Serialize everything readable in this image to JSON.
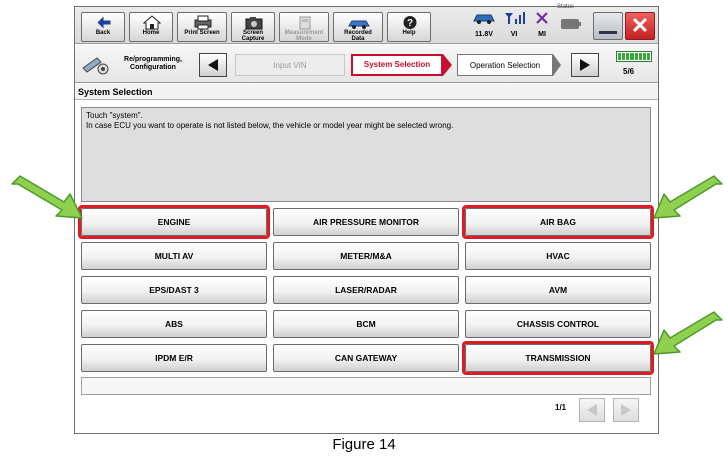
{
  "toolbar": {
    "back_label": "Back",
    "home_label": "Home",
    "print_label": "Print Screen",
    "capture_label": "Screen\nCapture",
    "measurement_label": "Measurement\nMode",
    "recorded_label": "Recorded\nData",
    "help_label": "Help",
    "status_caption": "Status",
    "voltage": "11.8V",
    "vi_label": "VI",
    "mi_label": "MI"
  },
  "nav": {
    "reprog_label": "Re/programming,\nConfiguration",
    "steps": [
      "Input VIN",
      "System Selection",
      "Operation Selection"
    ],
    "page_step": "5/6"
  },
  "screen_title": "System Selection",
  "message": {
    "line1": "Touch \"system\".",
    "line2": "In case ECU you want to operate is not listed below, the vehicle or model year might be selected wrong."
  },
  "systems": [
    "ENGINE",
    "AIR PRESSURE MONITOR",
    "AIR BAG",
    "MULTI AV",
    "METER/M&A",
    "HVAC",
    "EPS/DAST 3",
    "LASER/RADAR",
    "AVM",
    "ABS",
    "BCM",
    "CHASSIS CONTROL",
    "IPDM E/R",
    "CAN GATEWAY",
    "TRANSMISSION"
  ],
  "highlighted": [
    "ENGINE",
    "AIR BAG",
    "TRANSMISSION"
  ],
  "pager": {
    "indicator": "1/1"
  },
  "caption": "Figure 14",
  "colors": {
    "highlight": "#e01b24",
    "active_step": "#c8102e",
    "arrow_fill": "#8fd14f",
    "arrow_stroke": "#4c9a2a"
  }
}
